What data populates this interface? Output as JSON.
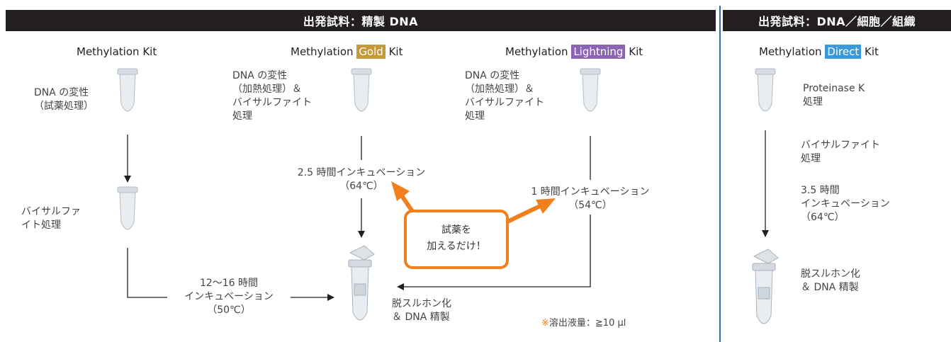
{
  "banners": {
    "left": "出発試料：精製 DNA",
    "right": "出発試料：DNA／細胞／組織"
  },
  "kits": {
    "k1": {
      "prefix": "Methylation",
      "highlight": "",
      "suffix": "Kit"
    },
    "k2": {
      "prefix": "Methylation",
      "highlight": "Gold",
      "suffix": "Kit",
      "color": "#c49a3a"
    },
    "k3": {
      "prefix": "Methylation",
      "highlight": "Lightning",
      "suffix": "Kit",
      "color": "#8a63b5"
    },
    "k4": {
      "prefix": "Methylation",
      "highlight": "Direct",
      "suffix": "Kit",
      "color": "#3a9ad9"
    }
  },
  "kit1": {
    "step1": [
      "DNA の変性",
      "（試薬処理）"
    ],
    "step2": [
      "バイサルファ",
      "イト処理"
    ],
    "incubation": [
      "12〜16 時間",
      "インキュベーション",
      "（50℃）"
    ]
  },
  "kit2": {
    "step1": [
      "DNA の変性",
      "（加熱処理）＆",
      "バイサルファイト",
      "処理"
    ],
    "incubation": [
      "2.5 時間インキュベーション",
      "（64℃）"
    ]
  },
  "kit3": {
    "step1": [
      "DNA の変性",
      "（加熱処理）＆",
      "バイサルファイト",
      "処理"
    ],
    "incubation": [
      "1 時間インキュベーション",
      "（54℃）"
    ]
  },
  "shared": {
    "final": [
      "脱スルホン化",
      "＆ DNA 精製"
    ],
    "callout": [
      "試薬を",
      "加えるだけ！"
    ],
    "note_mark": "※",
    "note": "溶出液量：≧10 µl"
  },
  "kit4": {
    "step1": [
      "Proteinase K",
      "処理"
    ],
    "step2": [
      "バイサルファイト",
      "処理"
    ],
    "step3": [
      "3.5 時間",
      "インキュベーション",
      "（64℃）"
    ],
    "final": [
      "脱スルホン化",
      "＆ DNA 精製"
    ]
  },
  "colors": {
    "banner": "#231f20",
    "divider": "#2e6ea6",
    "callout": "#f07f1d"
  },
  "icons": {
    "tube": "microcentrifuge-tube-icon",
    "column": "spin-column-icon"
  }
}
